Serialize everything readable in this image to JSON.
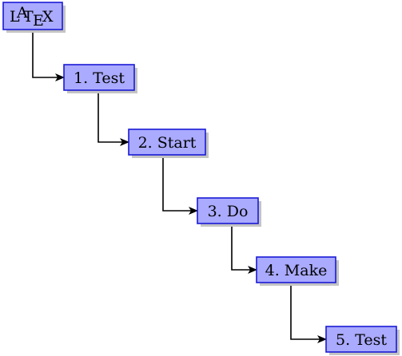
{
  "diagram": {
    "type": "tree",
    "node_fill": "#aaaaff",
    "node_border": "#1a1ad6",
    "shadow_color": "#c4c4c4",
    "edge_color": "#000000",
    "nodes": [
      {
        "id": "root",
        "label": "LaTeX",
        "is_logo": true
      },
      {
        "id": "n1",
        "label": "1. Test"
      },
      {
        "id": "n2",
        "label": "2. Start"
      },
      {
        "id": "n3",
        "label": "3. Do"
      },
      {
        "id": "n4",
        "label": "4. Make"
      },
      {
        "id": "n5",
        "label": "5. Test"
      }
    ],
    "edges": [
      {
        "from": "root",
        "to": "n1"
      },
      {
        "from": "n1",
        "to": "n2"
      },
      {
        "from": "n2",
        "to": "n3"
      },
      {
        "from": "n3",
        "to": "n4"
      },
      {
        "from": "n4",
        "to": "n5"
      }
    ]
  }
}
